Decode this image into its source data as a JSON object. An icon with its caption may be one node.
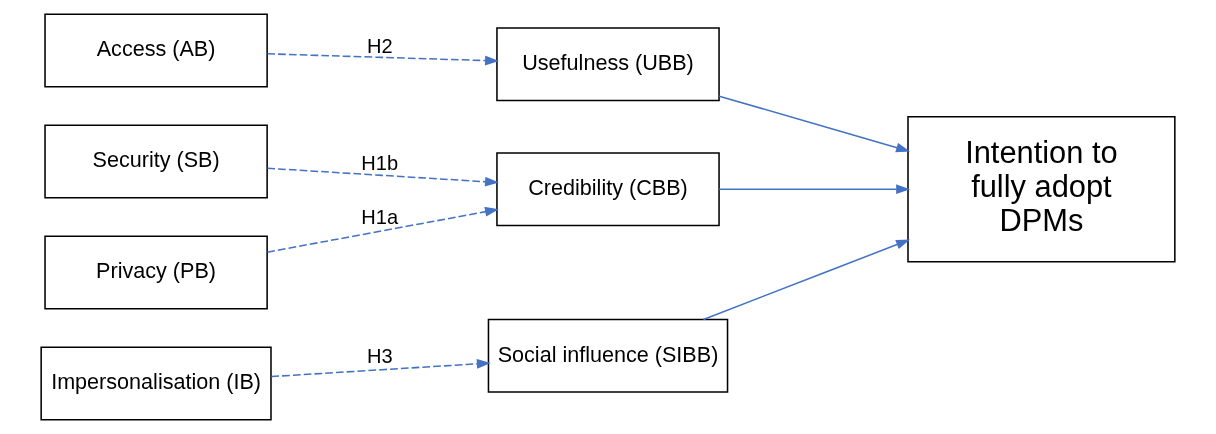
{
  "diagram": {
    "nodes": [
      {
        "text": [
          "Privacy (PB)"
        ]
      },
      {
        "text": [
          "Security (SB)"
        ]
      },
      {
        "text": [
          "Access (AB)"
        ]
      },
      {
        "text": [
          "Impersonalisation (IB)"
        ]
      },
      {
        "text": [
          "Credibility (CBB)"
        ]
      },
      {
        "text": [
          "Usefulness (UBB)"
        ]
      },
      {
        "text": [
          "Social influence (SIBB)"
        ]
      },
      {
        "text": [
          "Intention to fully adopt DPMs"
        ]
      }
    ],
    "edges": [
      {
        "from": 0,
        "to": 4,
        "arrow": "to",
        "label": "H1a",
        "style": "dashed"
      },
      {
        "from": 1,
        "to": 4,
        "arrow": "to",
        "label": "H1b",
        "style": "dashed"
      },
      {
        "from": 2,
        "to": 5,
        "arrow": "to",
        "label": "H2",
        "style": "dashed"
      },
      {
        "from": 3,
        "to": 6,
        "arrow": "to",
        "label": "H3",
        "style": "dashed"
      },
      {
        "from": 4,
        "to": 7,
        "arrow": "to"
      },
      {
        "from": 5,
        "to": 7,
        "arrow": "to"
      },
      {
        "from": 6,
        "to": 7,
        "arrow": "to"
      }
    ]
  }
}
